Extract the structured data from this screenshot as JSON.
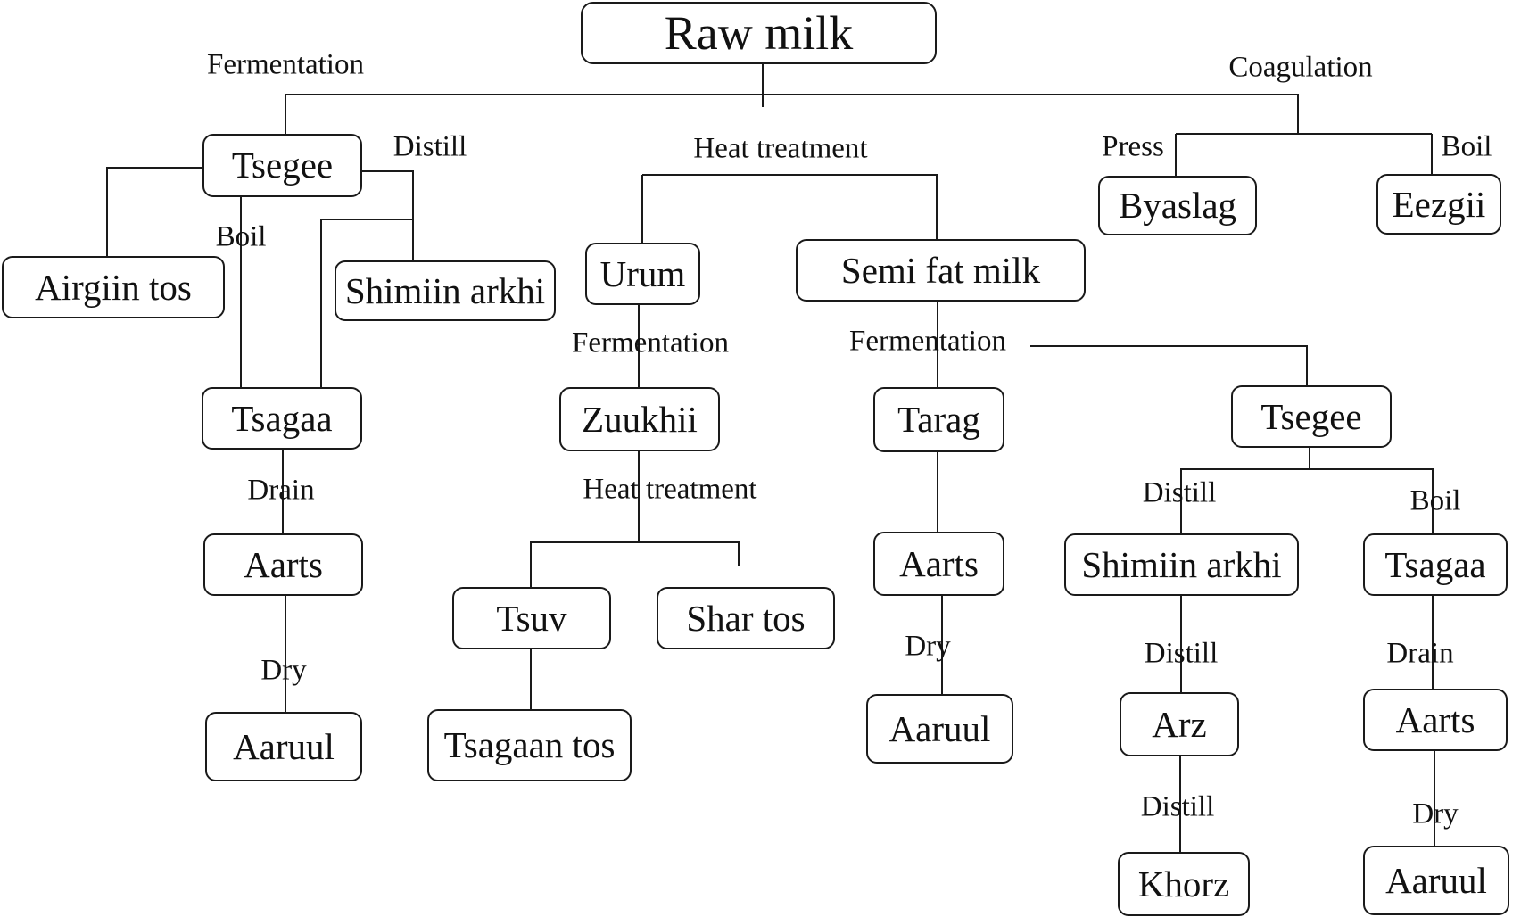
{
  "nodes": {
    "raw_milk": "Raw milk",
    "tsegee_1": "Tsegee",
    "airgiin_tos": "Airgiin tos",
    "shimiin_arkhi_1": "Shimiin arkhi",
    "tsagaa_1": "Tsagaa",
    "aarts_1": "Aarts",
    "aaruul_1": "Aaruul",
    "urum": "Urum",
    "zuukhii": "Zuukhii",
    "tsuv": "Tsuv",
    "shar_tos": "Shar tos",
    "tsagaan_tos": "Tsagaan tos",
    "semi_fat_milk": "Semi  fat milk",
    "tarag": "Tarag",
    "aarts_2": "Aarts",
    "aaruul_2": "Aaruul",
    "tsegee_2": "Tsegee",
    "shimiin_arkhi_2": "Shimiin arkhi",
    "arz": "Arz",
    "khorz": "Khorz",
    "tsagaa_2": "Tsagaa",
    "aarts_3": "Aarts",
    "aaruul_3": "Aaruul",
    "byaslag": "Byaslag",
    "eezgii": "Eezgii"
  },
  "labels": {
    "fermentation_top": "Fermentation",
    "coagulation": "Coagulation",
    "heat_treatment_top": "Heat treatment",
    "distill_tsegee": "Distill",
    "boil_tsegee": "Boil",
    "press": "Press",
    "boil_coag": "Boil",
    "fermentation_urum": "Fermentation",
    "fermentation_semi": "Fermentation",
    "drain_1": "Drain",
    "dry_1": "Dry",
    "heat_treatment_zuukhii": "Heat treatment",
    "dry_2": "Dry",
    "distill_2": "Distill",
    "boil_2": "Boil",
    "distill_3": "Distill",
    "drain_2": "Drain",
    "distill_4": "Distill",
    "dry_3": "Dry"
  },
  "colors": {
    "line": "#1a1a1a",
    "text": "#111111",
    "background": "#ffffff"
  }
}
